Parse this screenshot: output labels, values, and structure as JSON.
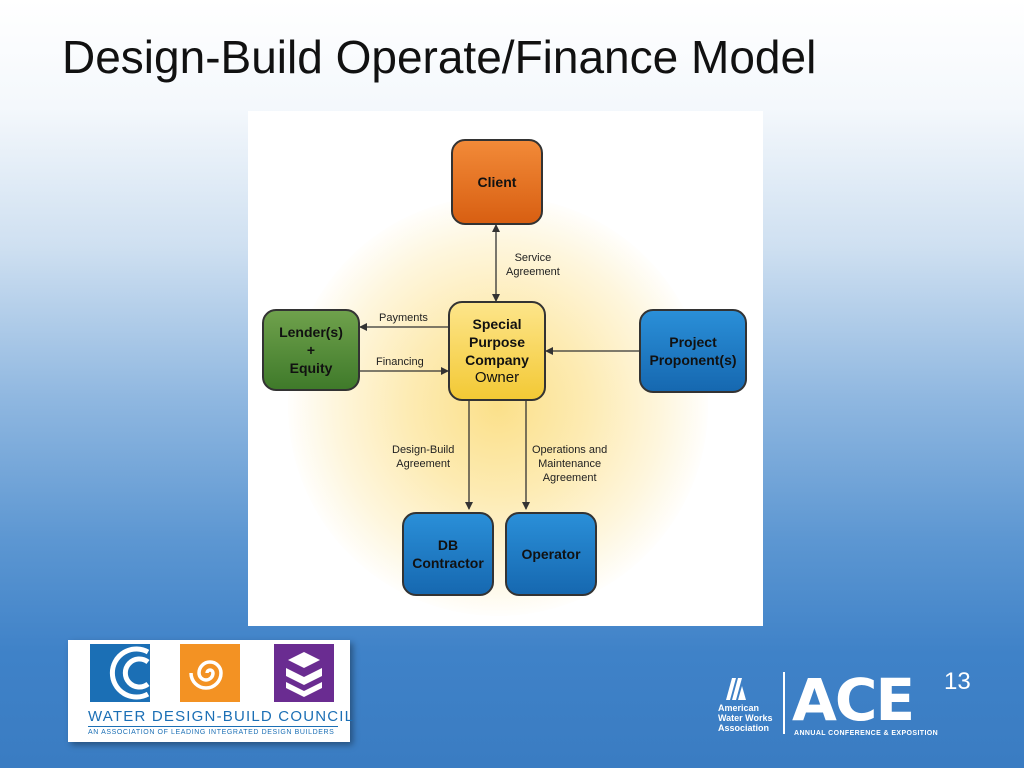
{
  "slide": {
    "title": "Design-Build Operate/Finance Model"
  },
  "diagram": {
    "nodes": {
      "client": "Client",
      "lenders": [
        "Lender(s)",
        "+",
        "Equity"
      ],
      "spc": [
        "Special",
        "Purpose",
        "Company"
      ],
      "spc_owner": "Owner",
      "proponent": [
        "Project",
        "Proponent(s)"
      ],
      "db_contractor": [
        "DB",
        "Contractor"
      ],
      "operator": "Operator"
    },
    "labels": {
      "service": [
        "Service",
        "Agreement"
      ],
      "payments": "Payments",
      "financing": "Financing",
      "design_build": [
        "Design-Build",
        "Agreement"
      ],
      "om": [
        "Operations and",
        "Maintenance",
        "Agreement"
      ]
    },
    "colors": {
      "client": "#e8762a",
      "lenders": "#4e8a35",
      "spc": "#f8d65c",
      "proponent": "#1f7cc6",
      "contractor": "#1f7cc6",
      "operator": "#1f7cc6"
    }
  },
  "footer": {
    "wdbc_name": "WATER DESIGN-BUILD COUNCIL",
    "wdbc_tagline": "AN ASSOCIATION OF LEADING INTEGRATED DESIGN BUILDERS",
    "awwa": [
      "American",
      "Water Works",
      "Association"
    ],
    "ace": "ACE",
    "ace_sup": "13",
    "ace_sub": "ANNUAL CONFERENCE & EXPOSITION"
  }
}
